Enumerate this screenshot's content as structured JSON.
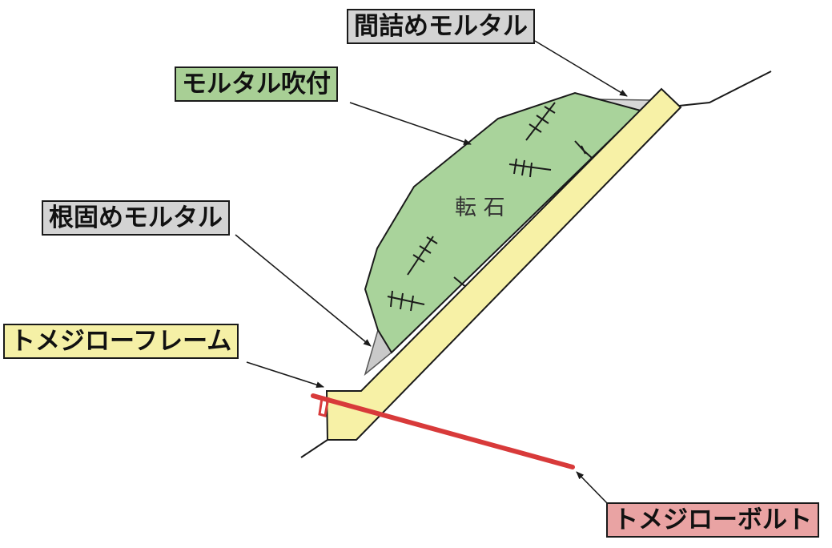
{
  "labels": {
    "gap_mortar": "間詰めモルタル",
    "mortar_spray": "モルタル吹付",
    "base_mortar": "根固めモルタル",
    "tomegiro_frame": "トメジローフレーム",
    "tomegiro_bolt": "トメジローボルト"
  },
  "boulder_text": "転 石",
  "colors": {
    "gray_label": "#d3d3d3",
    "green_label": "#a8cf95",
    "yellow_label": "#f5f0a6",
    "pink_label": "#e9a3a3",
    "boulder_fill": "#a9d39b",
    "frame_fill": "#f7f1a6",
    "bolt": "#d83a3a",
    "outline": "#1a1a1a"
  }
}
